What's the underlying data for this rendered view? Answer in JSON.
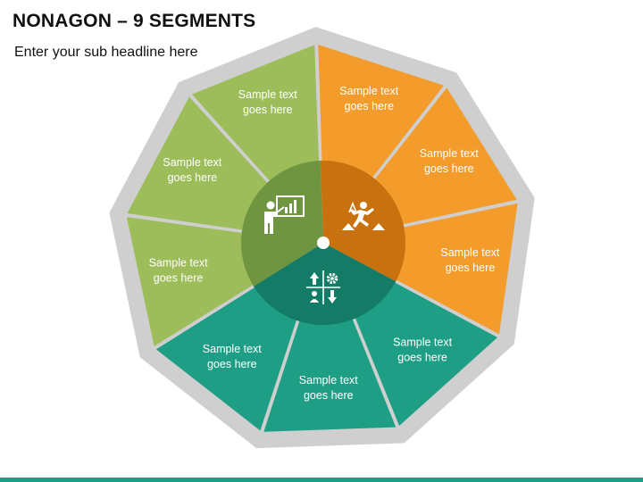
{
  "title": "NONAGON – 9 SEGMENTS",
  "subtitle": "Enter your sub headline here",
  "colors": {
    "green": "#9dbd5b",
    "orange": "#f39b2b",
    "teal": "#1f9e86",
    "green_dark": "#6f9540",
    "orange_dark": "#c7720f",
    "teal_dark": "#137b66",
    "frame": "#cfcfcf"
  },
  "segments": [
    {
      "line1": "Sample text",
      "line2": "goes here",
      "group": "orange"
    },
    {
      "line1": "Sample text",
      "line2": "goes here",
      "group": "orange"
    },
    {
      "line1": "Sample text",
      "line2": "goes here",
      "group": "orange"
    },
    {
      "line1": "Sample text",
      "line2": "goes here",
      "group": "teal"
    },
    {
      "line1": "Sample text",
      "line2": "goes here",
      "group": "teal"
    },
    {
      "line1": "Sample text",
      "line2": "goes here",
      "group": "teal"
    },
    {
      "line1": "Sample text",
      "line2": "goes here",
      "group": "green"
    },
    {
      "line1": "Sample text",
      "line2": "goes here",
      "group": "green"
    },
    {
      "line1": "Sample text",
      "line2": "goes here",
      "group": "green"
    }
  ],
  "icons": {
    "green": "presentation-board-icon",
    "orange": "runner-hurdle-icon",
    "teal": "strategy-icon"
  }
}
